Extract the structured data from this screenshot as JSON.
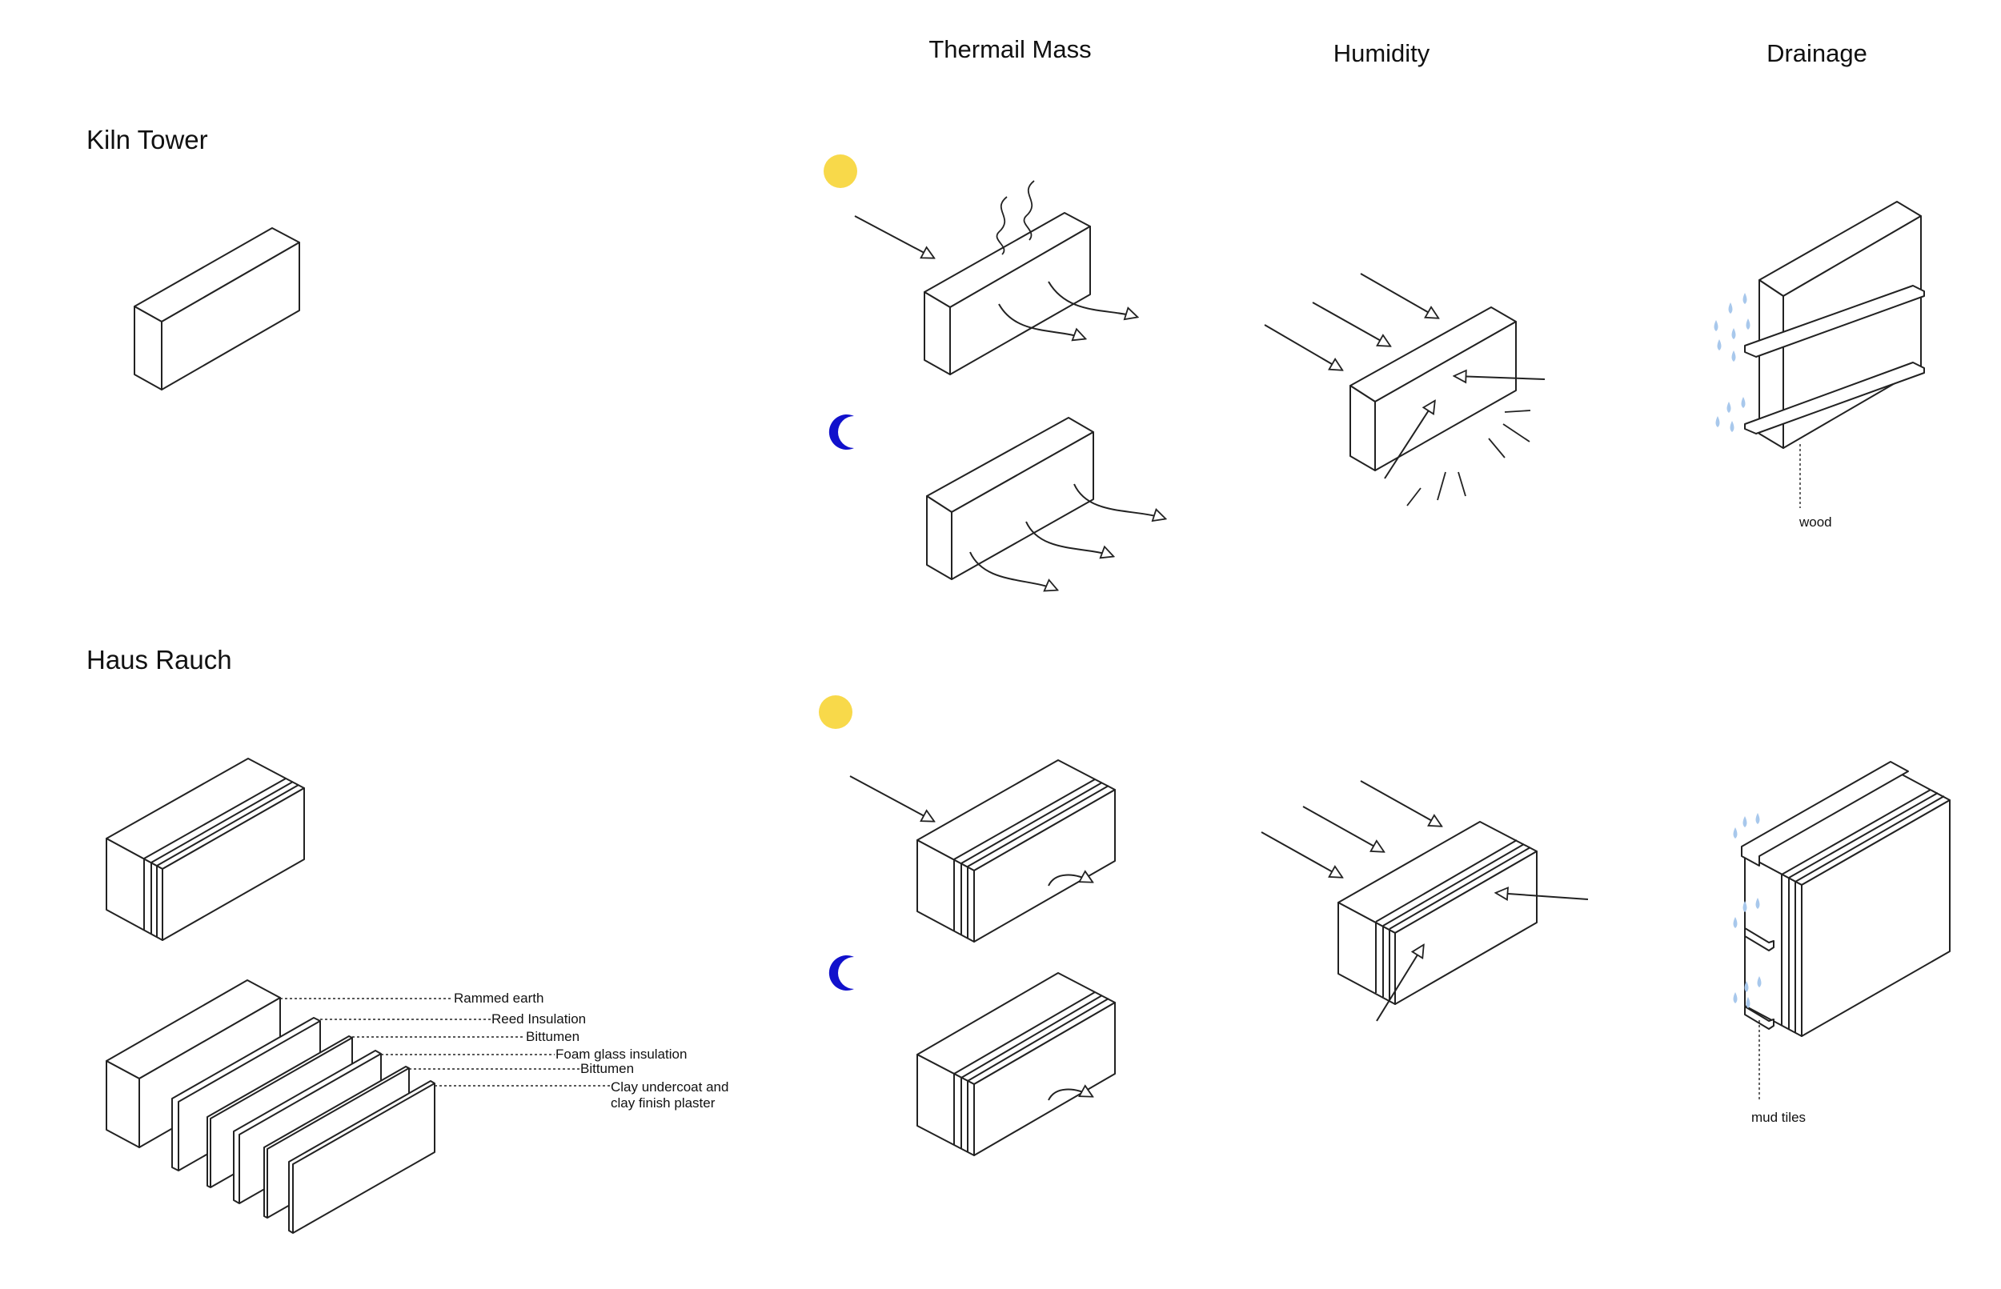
{
  "columns": {
    "thermal_mass": "Thermail Mass",
    "humidity": "Humidity",
    "drainage": "Drainage"
  },
  "rows": {
    "kiln_tower": "Kiln Tower",
    "haus_rauch": "Haus Rauch"
  },
  "layers": [
    "Rammed earth",
    "Reed Insulation",
    "Bittumen",
    "Foam glass insulation",
    "Bittumen",
    "Clay undercoat and",
    "clay finish plaster"
  ],
  "drainage_labels": {
    "kiln": "wood",
    "haus": "mud tiles"
  },
  "icons": {
    "day": "sun-icon",
    "night": "moon-icon"
  },
  "colors": {
    "sun": "#f8d94a",
    "moon": "#1111cc",
    "rain": "#a8c8ec",
    "line": "#222222"
  }
}
